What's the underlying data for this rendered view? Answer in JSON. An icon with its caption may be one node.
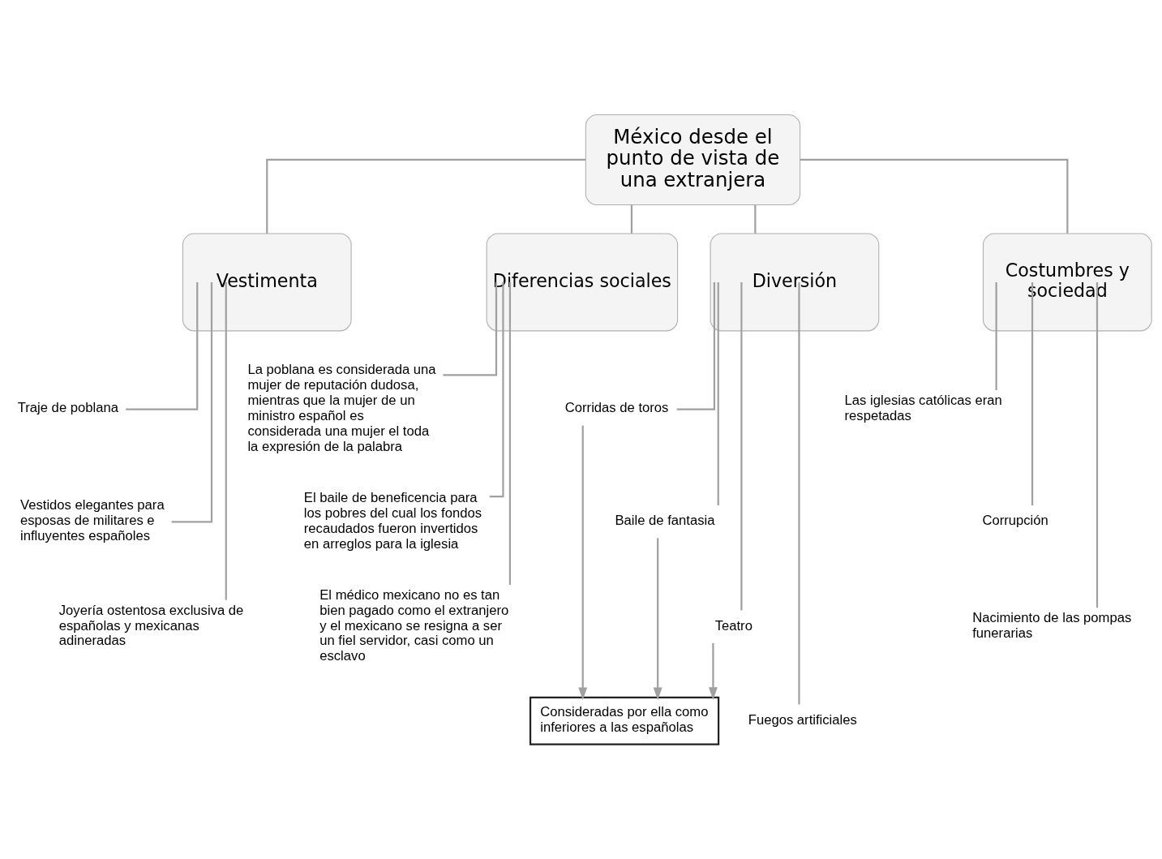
{
  "diagram": {
    "nodes": [
      {
        "text": [
          "México desde el punto de vista de una extranjera"
        ]
      },
      {
        "text": [
          "Vestimenta"
        ]
      },
      {
        "text": [
          "Diferencias sociales"
        ]
      },
      {
        "text": [
          "Diversión"
        ]
      },
      {
        "text": [
          "Costumbres y sociedad"
        ]
      },
      {
        "text": [
          "Traje de poblana"
        ]
      },
      {
        "text": [
          "Vestidos elegantes para esposas de militares e influyentes españoles"
        ]
      },
      {
        "text": [
          "Joyería ostentosa exclusiva de españolas y mexicanas adineradas"
        ]
      },
      {
        "text": [
          "La poblana es considerada una mujer de reputación dudosa, mientras que la mujer de un ministro español es considerada una mujer el toda la expresión de la palabra"
        ]
      },
      {
        "text": [
          "El baile de beneficencia para los pobres del cual los fondos recaudados fueron invertidos en arreglos para la iglesia"
        ]
      },
      {
        "text": [
          "El médico mexicano no es tan bien pagado como el extranjero y el mexicano se resigna a ser un fiel servidor, casi como un esclavo"
        ]
      },
      {
        "text": [
          "Corridas de toros"
        ]
      },
      {
        "text": [
          "Baile de fantasia"
        ]
      },
      {
        "text": [
          "Teatro"
        ]
      },
      {
        "text": [
          "Fuegos artificiales"
        ]
      },
      {
        "text": [
          "Las iglesias católicas eran respetadas"
        ]
      },
      {
        "text": [
          "Corrupción"
        ]
      },
      {
        "text": [
          "Nacimiento de las pompas funerarias"
        ]
      },
      {
        "text": [
          "Consideradas por ella como inferiores a las españolas"
        ]
      }
    ],
    "edges": [
      {
        "from": 0,
        "to": 1,
        "arrow": "none"
      },
      {
        "from": 0,
        "to": 2,
        "arrow": "none"
      },
      {
        "from": 0,
        "to": 3,
        "arrow": "none"
      },
      {
        "from": 0,
        "to": 4,
        "arrow": "none"
      },
      {
        "from": 1,
        "to": 5,
        "arrow": "none"
      },
      {
        "from": 1,
        "to": 6,
        "arrow": "none"
      },
      {
        "from": 1,
        "to": 7,
        "arrow": "none"
      },
      {
        "from": 2,
        "to": 8,
        "arrow": "none"
      },
      {
        "from": 2,
        "to": 9,
        "arrow": "none"
      },
      {
        "from": 2,
        "to": 10,
        "arrow": "none"
      },
      {
        "from": 3,
        "to": 11,
        "arrow": "none"
      },
      {
        "from": 3,
        "to": 12,
        "arrow": "none"
      },
      {
        "from": 3,
        "to": 13,
        "arrow": "none"
      },
      {
        "from": 3,
        "to": 14,
        "arrow": "none"
      },
      {
        "from": 4,
        "to": 15,
        "arrow": "none"
      },
      {
        "from": 4,
        "to": 16,
        "arrow": "none"
      },
      {
        "from": 4,
        "to": 17,
        "arrow": "none"
      },
      {
        "from": 11,
        "to": 18,
        "arrow": "to"
      },
      {
        "from": 12,
        "to": 18,
        "arrow": "to"
      },
      {
        "from": 13,
        "to": 18,
        "arrow": "to"
      }
    ]
  }
}
